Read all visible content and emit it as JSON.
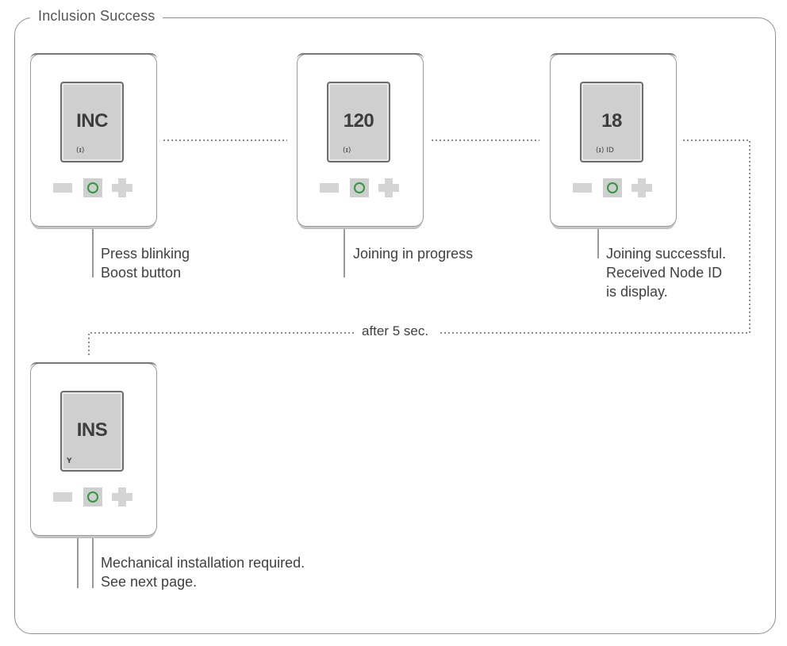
{
  "title": "Inclusion Success",
  "devices": [
    {
      "display": "INC",
      "icon": "(ᵻ)",
      "caption": [
        "Press blinking",
        "Boost button"
      ]
    },
    {
      "display": "120",
      "icon": "(ᵻ)",
      "caption": [
        "Joining in progress"
      ]
    },
    {
      "display": "18",
      "icon": "(ᵻ) ID",
      "caption": [
        "Joining successful.",
        "Received Node ID",
        "is display."
      ]
    },
    {
      "display": "INS",
      "icon": "Y",
      "caption": [
        "Mechanical installation required.",
        "See next page."
      ]
    }
  ],
  "connector_label": "after 5 sec.",
  "colors": {
    "boost_ring": "#2f9a3c",
    "screen": "#cfcfcf",
    "blink_accent": "#2f9a3c"
  }
}
